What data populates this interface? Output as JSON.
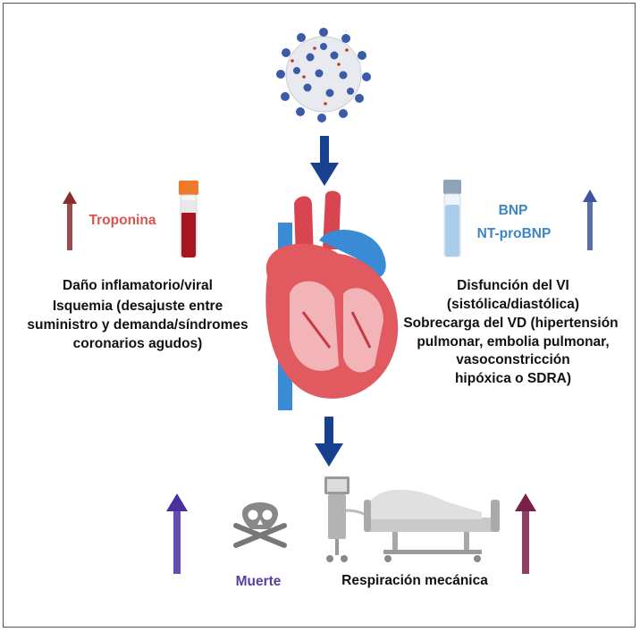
{
  "left": {
    "marker": "Troponina",
    "lines": [
      "Daño inflamatorio/viral",
      "Isquemia (desajuste entre",
      "suministro y demanda/síndromes",
      "coronarios agudos)"
    ]
  },
  "right": {
    "markers": [
      "BNP",
      "NT-proBNP"
    ],
    "lines": [
      "Disfunción del VI",
      "(sistólica/diastólica)",
      "Sobrecarga del VD (hipertensión",
      "pulmonar, embolia pulmonar,",
      "vasoconstricción",
      "hipóxica o SDRA)"
    ]
  },
  "bottom": {
    "death_label": "Muerte",
    "ventilation_label": "Respiración mecánica"
  },
  "icons": [
    "virus-icon",
    "heart-icon",
    "blood-tube-red-icon",
    "blood-tube-blue-icon",
    "skull-crossbones-icon",
    "ventilator-bed-icon"
  ],
  "colors": {
    "down_arrow": "#17408f",
    "troponin": "#d9534f",
    "bnp": "#3d86c6",
    "death": "#5a3ea0",
    "ventilation_arrow": "#7a2048"
  }
}
